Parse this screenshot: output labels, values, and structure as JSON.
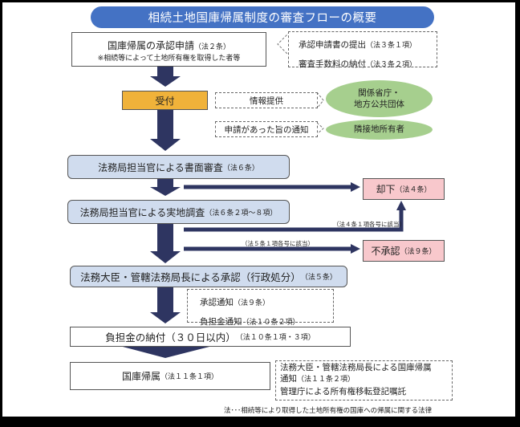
{
  "title": "相続土地国庫帰属制度の審査フローの概要",
  "colors": {
    "title_bg": "#4472c4",
    "arrow": "#2e3561",
    "reception": "#f0b23a",
    "review": "#d0dcee",
    "rejection": "#f8c8cc",
    "party": "#a6cf8e"
  },
  "application": {
    "label": "国庫帰属の承認申請",
    "ref": "（法２条）",
    "note": "※相続等によって土地所有権を取得した者等"
  },
  "application_details": [
    {
      "label": "承認申請書の提出",
      "ref": "（法３条１項）"
    },
    {
      "label": "審査手数料の納付",
      "ref": "（法３条２項）"
    }
  ],
  "reception": {
    "label": "受付"
  },
  "notices": [
    {
      "label": "情報提供",
      "target": [
        "関係省庁・",
        "地方公共団体"
      ]
    },
    {
      "label": "申請があった旨の通知",
      "target": [
        "隣接地所有者"
      ]
    }
  ],
  "document_review": {
    "label": "法務局担当官による書面審査",
    "ref": "（法６条）"
  },
  "field_survey": {
    "label": "法務局担当官による実地調査",
    "ref": "（法６条２項～８項）"
  },
  "dismissal": {
    "label": "却下",
    "ref": "（法４条）",
    "condition": "（法４条１項各号に該当）"
  },
  "disapproval": {
    "label": "不承認",
    "ref": "（法９条）",
    "condition": "（法５条１項各号に該当）"
  },
  "approval": {
    "label": "法務大臣・管轄法務局長による承認（行政処分）",
    "ref": "（法５条）"
  },
  "approval_notices": [
    {
      "label": "承認通知",
      "ref": "（法９条）"
    },
    {
      "label": "負担金通知",
      "ref": "（法１０条２項）"
    }
  ],
  "payment": {
    "label": "負担金の納付（３０日以内）",
    "ref": "（法１０条１項・３項）"
  },
  "vesting": {
    "label": "国庫帰属",
    "ref": "（法１１条１項）"
  },
  "vesting_details": [
    {
      "label": "法務大臣・管轄法務局長による国庫帰属",
      "label2": "通知",
      "ref": "（法１１条２項）"
    },
    {
      "label": "管理庁による所有権移転登記嘱託",
      "ref": ""
    }
  ],
  "footnote": "法･･･相続等により取得した土地所有権の国庫への帰属に関する法律"
}
